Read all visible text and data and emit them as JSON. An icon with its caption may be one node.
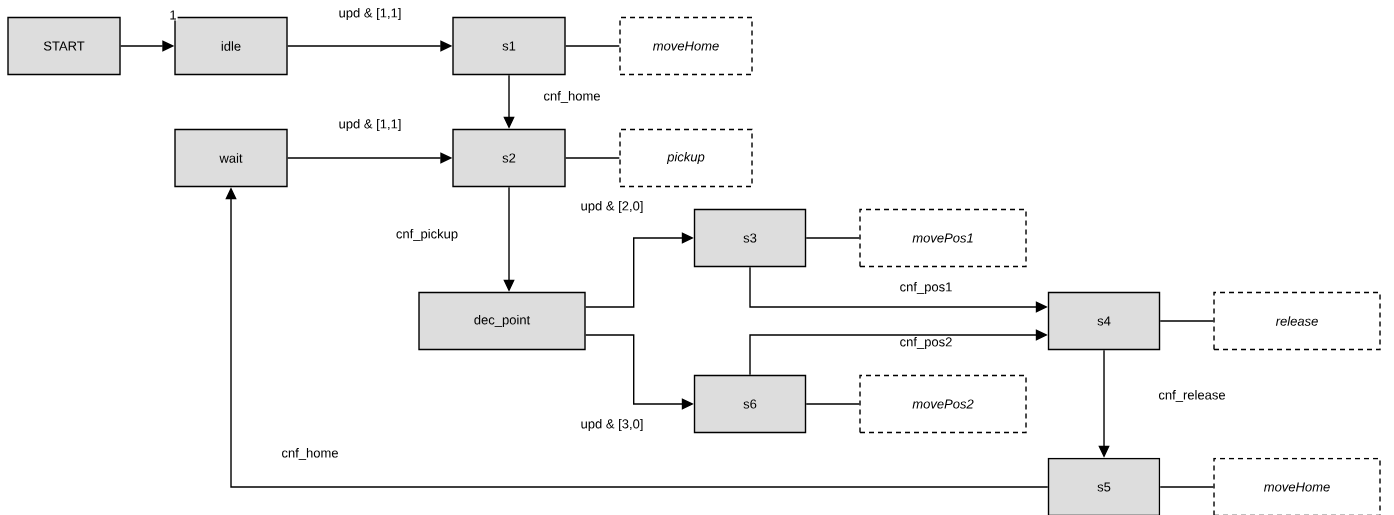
{
  "diagram": {
    "nodes": [
      {
        "text": [
          "START"
        ]
      },
      {
        "text": [
          "idle"
        ]
      },
      {
        "text": [
          "s1"
        ]
      },
      {
        "text": [
          "moveHome"
        ]
      },
      {
        "text": [
          "wait"
        ]
      },
      {
        "text": [
          "s2"
        ]
      },
      {
        "text": [
          "pickup"
        ]
      },
      {
        "text": [
          "dec_point"
        ]
      },
      {
        "text": [
          "s3"
        ]
      },
      {
        "text": [
          "movePos1"
        ]
      },
      {
        "text": [
          "s4"
        ]
      },
      {
        "text": [
          "release"
        ]
      },
      {
        "text": [
          "s6"
        ]
      },
      {
        "text": [
          "movePos2"
        ]
      },
      {
        "text": [
          "s5"
        ]
      },
      {
        "text": [
          "moveHome"
        ]
      }
    ],
    "edges": [
      {
        "from": 0,
        "to": 1,
        "arrow": "to",
        "label": "1"
      },
      {
        "from": 1,
        "to": 2,
        "arrow": "to",
        "label": "upd & [1,1]"
      },
      {
        "from": 2,
        "to": 3,
        "arrow": "none"
      },
      {
        "from": 2,
        "to": 5,
        "arrow": "to",
        "label": "cnf_home"
      },
      {
        "from": 4,
        "to": 5,
        "arrow": "to",
        "label": "upd & [1,1]"
      },
      {
        "from": 5,
        "to": 6,
        "arrow": "none"
      },
      {
        "from": 5,
        "to": 7,
        "arrow": "to",
        "label": "cnf_pickup"
      },
      {
        "from": 7,
        "to": 8,
        "arrow": "to",
        "label": "upd & [2,0]"
      },
      {
        "from": 7,
        "to": 12,
        "arrow": "to",
        "label": "upd & [3,0]"
      },
      {
        "from": 8,
        "to": 9,
        "arrow": "none"
      },
      {
        "from": 8,
        "to": 10,
        "arrow": "to",
        "label": "cnf_pos1"
      },
      {
        "from": 12,
        "to": 10,
        "arrow": "to",
        "label": "cnf_pos2"
      },
      {
        "from": 12,
        "to": 13,
        "arrow": "none"
      },
      {
        "from": 10,
        "to": 11,
        "arrow": "none"
      },
      {
        "from": 10,
        "to": 14,
        "arrow": "to",
        "label": "cnf_release"
      },
      {
        "from": 14,
        "to": 15,
        "arrow": "none"
      },
      {
        "from": 14,
        "to": 4,
        "arrow": "to",
        "label": "cnf_home"
      }
    ]
  }
}
